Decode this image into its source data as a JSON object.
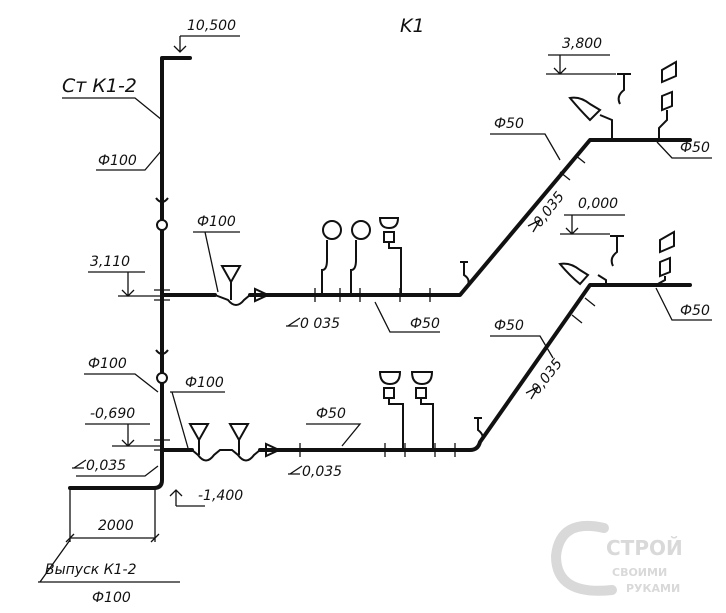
{
  "title": "K1",
  "riser_label": "Ст К1-2",
  "riser_diam": "Ф100",
  "elevations": {
    "top": "10,500",
    "floor2": "3,110",
    "floor1": "-0,690",
    "outlet": "-1,400",
    "upper_branch": "3,800",
    "lower_branch": "0,000"
  },
  "upper_floor": {
    "diam_start": "Ф100",
    "slope_horizontal": "0 035",
    "diam_horizontal": "Ф50",
    "diam_diagonal": "Ф50",
    "slope_diagonal": "0,035",
    "diam_end": "Ф50"
  },
  "lower_floor": {
    "riser_diam": "Ф100",
    "diam_start": "Ф100",
    "slope_riser": "0,035",
    "diam_horizontal": "Ф50",
    "slope_horizontal": "0,035",
    "diam_diagonal": "Ф50",
    "slope_diagonal": "0,035",
    "diam_end": "Ф50"
  },
  "outlet": {
    "length": "2000",
    "label": "Выпуск К1-2",
    "diam": "Ф100"
  },
  "watermark": {
    "line1": "СТРОЙ",
    "line2": "СВОИМИ",
    "line3": "РУКАМИ"
  }
}
